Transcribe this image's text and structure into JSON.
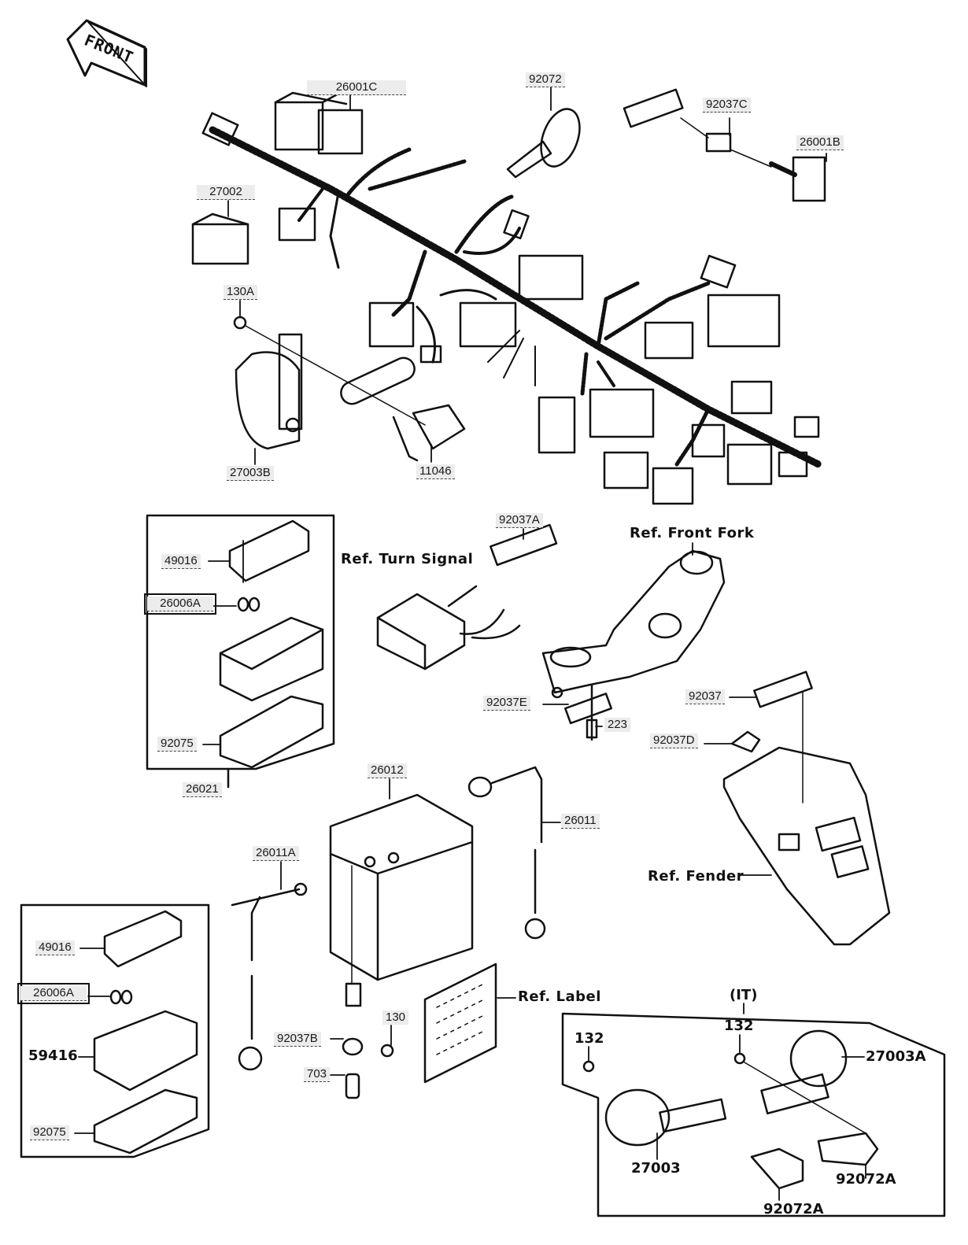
{
  "diagram": {
    "type": "exploded-parts-diagram",
    "subject": "Motorcycle chassis electrical equipment",
    "front_indicator": "FRONT"
  },
  "part_labels": {
    "p26001C": "26001C",
    "p92072": "92072",
    "p92037C": "92037C",
    "p26001B": "26001B",
    "p27002": "27002",
    "p130A": "130A",
    "p27003B": "27003B",
    "p11046": "11046",
    "p92037A": "92037A",
    "p49016_top": "49016",
    "p26006A_top": "26006A",
    "p92075_top": "92075",
    "p26021": "26021",
    "p92037E": "92037E",
    "p223": "223",
    "p92037": "92037",
    "p92037D": "92037D",
    "p26012": "26012",
    "p26011": "26011",
    "p26011A": "26011A",
    "p49016_bot": "49016",
    "p26006A_bot": "26006A",
    "p59416": "59416",
    "p92075_bot": "92075",
    "p92037B": "92037B",
    "p130": "130",
    "p703": "703",
    "p132_left": "132",
    "p132_right": "132",
    "p27003A": "27003A",
    "p27003": "27003",
    "p92072A_left": "92072A",
    "p92072A_right": "92072A",
    "variant_IT": "(IT)"
  },
  "reference_labels": {
    "turn_signal": "Ref. Turn Signal",
    "front_fork": "Ref. Front Fork",
    "fender": "Ref. Fender",
    "label": "Ref. Label"
  }
}
